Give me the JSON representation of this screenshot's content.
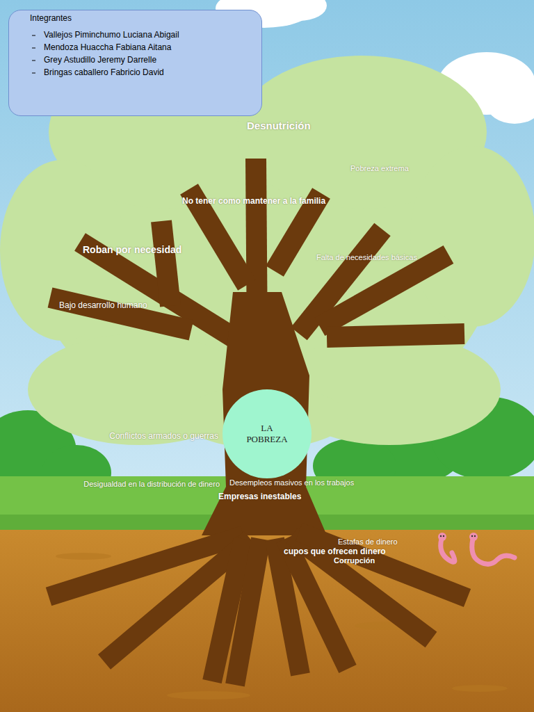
{
  "diagram": {
    "nodes": [
      {
        "text": [
          "Integrantes",
          "Vallejos Piminchumo Luciana Abigail",
          "Mendoza Huaccha Fabiana Aitana",
          "Grey Astudillo Jeremy Darrelle",
          "Bringas caballero Fabricio David"
        ]
      },
      {
        "text": [
          "LA POBREZA"
        ]
      }
    ],
    "labels": [
      "Desnutrición",
      "Pobreza extrema",
      "No tener como mantener a la familia",
      "Roban por necesidad",
      "Falta de necesidades básicas",
      "Bajo desarrollo humano",
      "Conflictos armados o guerras",
      "Desigualdad en la distribución de dinero",
      "Desempleos masivos en los trabajos",
      "Empresas inestables",
      "Estafas de dinero",
      "cupos que ofrecen dinero",
      "Corrupción"
    ]
  }
}
